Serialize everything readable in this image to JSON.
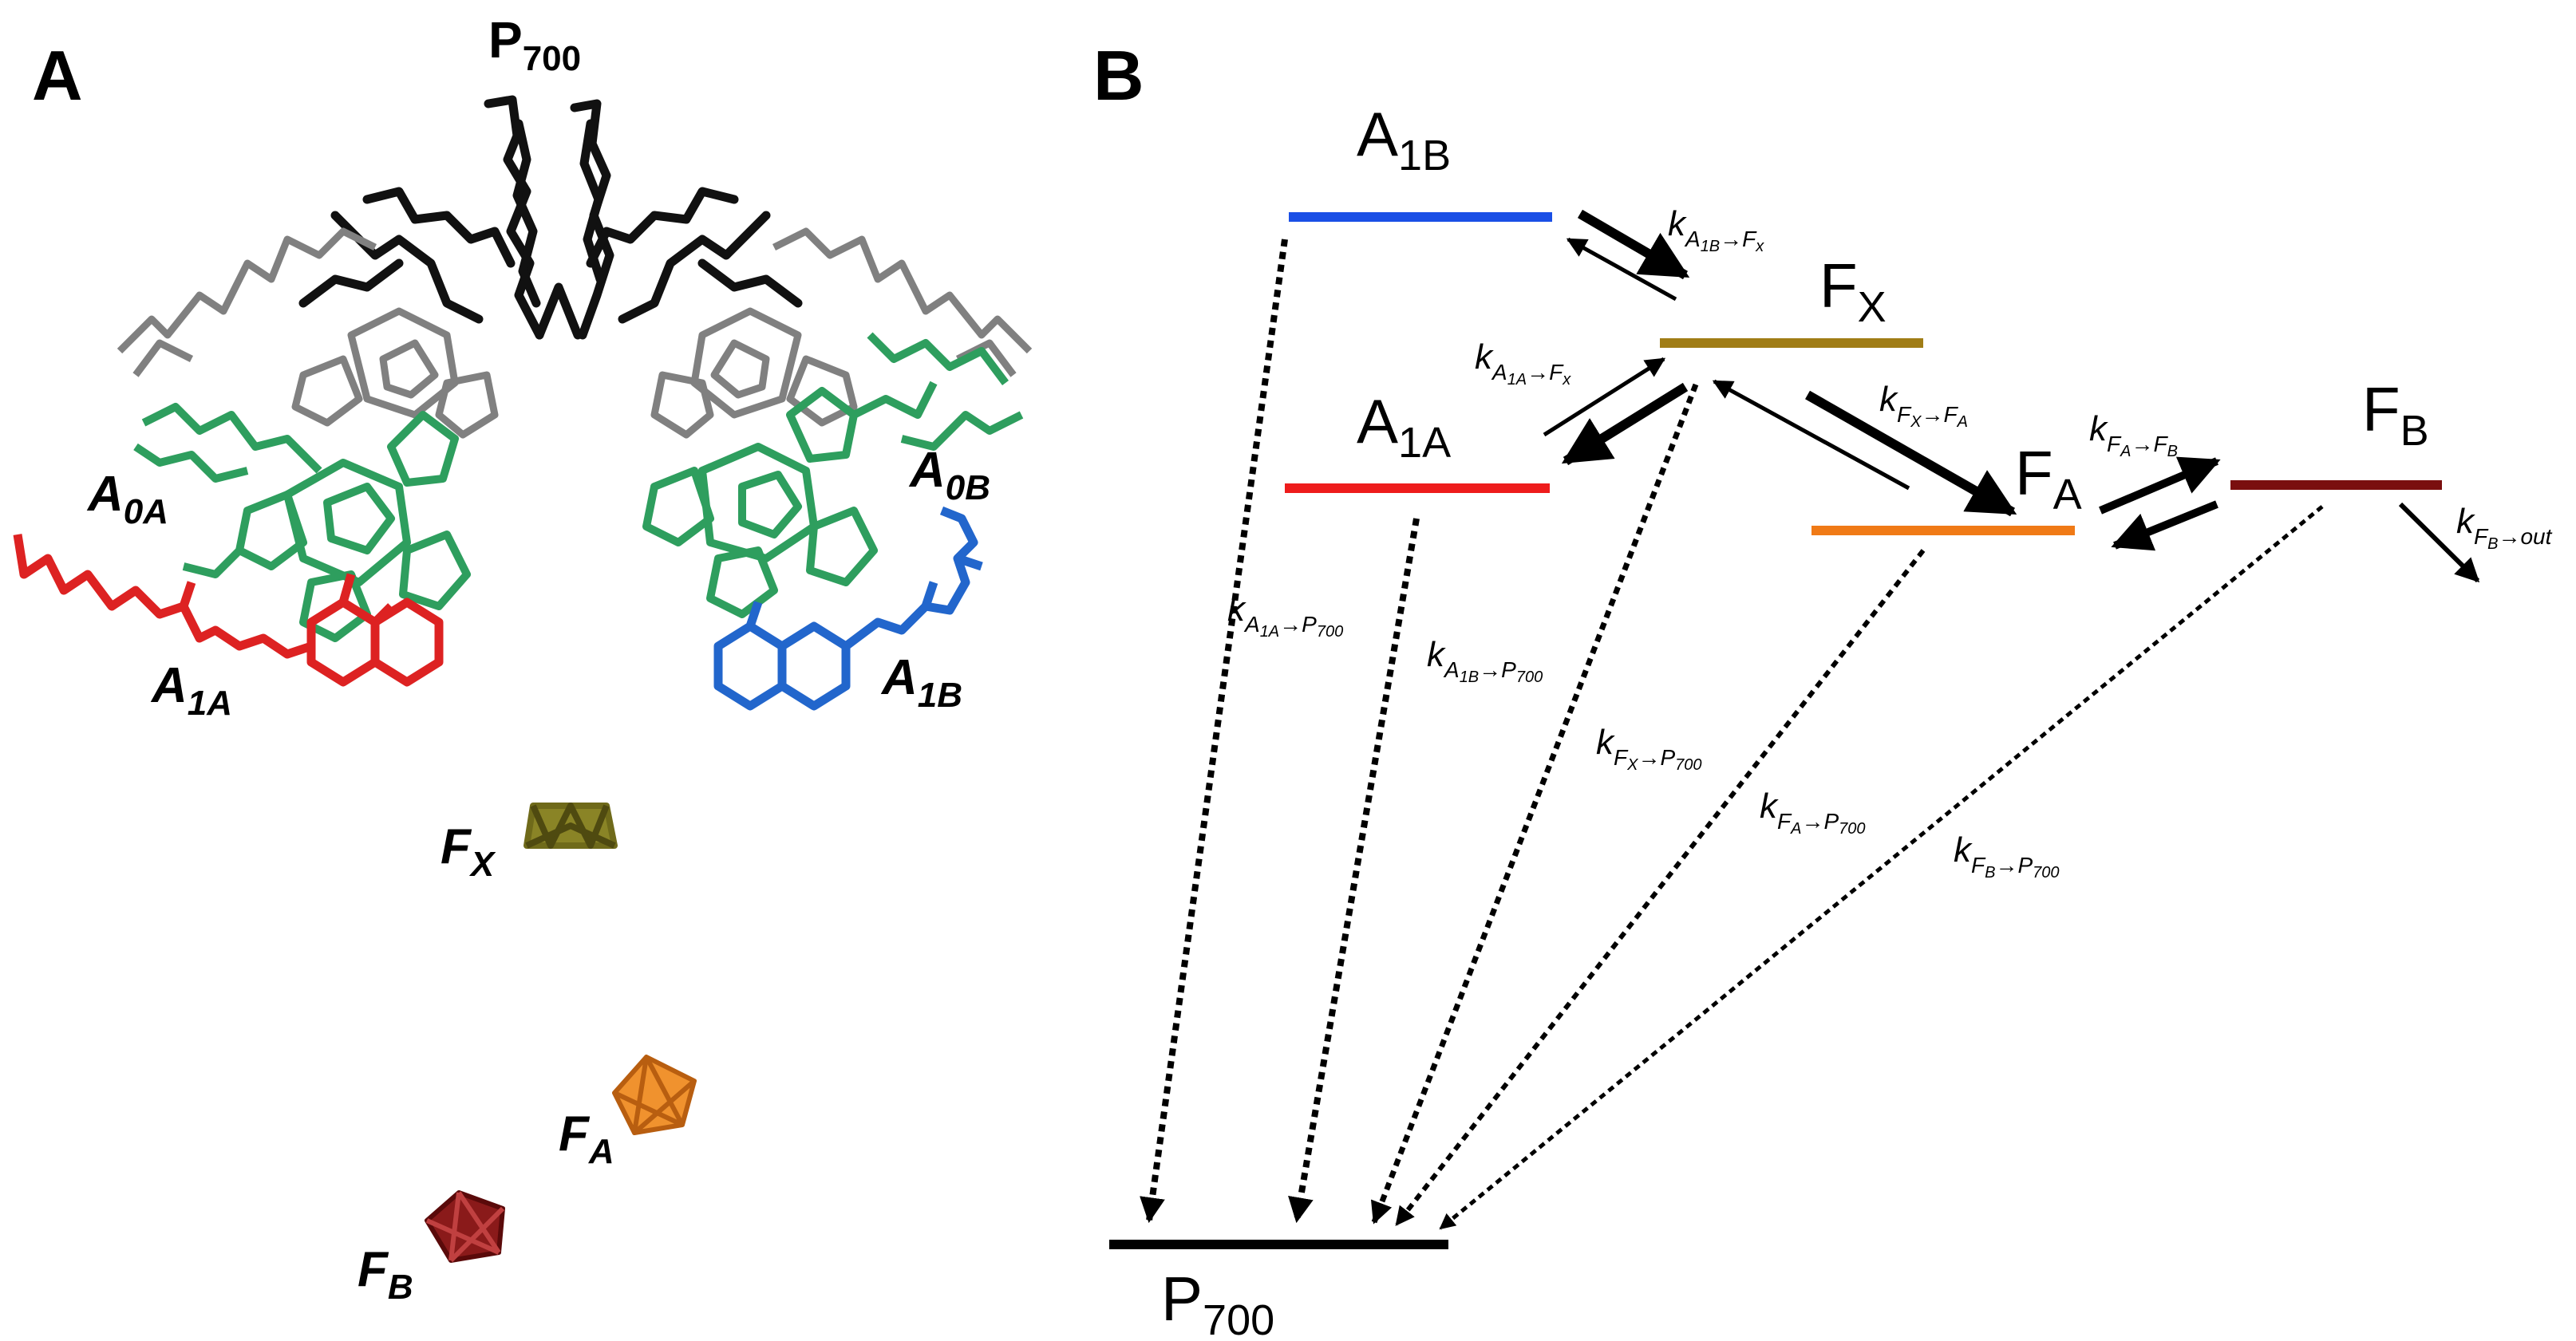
{
  "panel_a": {
    "letter": "A",
    "p700": {
      "main": "P",
      "sub": "700"
    },
    "a0a": {
      "main": "A",
      "sub": "0A"
    },
    "a0b": {
      "main": "A",
      "sub": "0B"
    },
    "a1a": {
      "main": "A",
      "sub": "1A"
    },
    "a1b": {
      "main": "A",
      "sub": "1B"
    },
    "fx": {
      "main": "F",
      "sub": "X"
    },
    "fa": {
      "main": "F",
      "sub": "A"
    },
    "fb": {
      "main": "F",
      "sub": "B"
    }
  },
  "panel_b": {
    "letter": "B",
    "levels": {
      "a1b": {
        "main": "A",
        "sub": "1B"
      },
      "fx": {
        "main": "F",
        "sub": "X"
      },
      "a1a": {
        "main": "A",
        "sub": "1A"
      },
      "fa": {
        "main": "F",
        "sub": "A"
      },
      "fb": {
        "main": "F",
        "sub": "B"
      },
      "p700": {
        "main": "P",
        "sub": "700"
      }
    },
    "rates": {
      "a1b_fx": {
        "k": "k",
        "s1": "A",
        "s2": "1B",
        "arrow": "→",
        "s3": "F",
        "s4": "x"
      },
      "a1a_fx": {
        "k": "k",
        "s1": "A",
        "s2": "1A",
        "arrow": "→",
        "s3": "F",
        "s4": "x"
      },
      "fx_fa": {
        "k": "k",
        "s1": "F",
        "s2": "X",
        "arrow": "→",
        "s3": "F",
        "s4": "A"
      },
      "fa_fb": {
        "k": "k",
        "s1": "F",
        "s2": "A",
        "arrow": "→",
        "s3": "F",
        "s4": "B"
      },
      "fb_out": {
        "k": "k",
        "s1": "F",
        "s2": "B",
        "arrow": "→",
        "s3": "out",
        "s4": ""
      },
      "a1a_p700": {
        "k": "k",
        "s1": "A",
        "s2": "1A",
        "arrow": "→",
        "s3": "P",
        "s4": "700"
      },
      "a1b_p700": {
        "k": "k",
        "s1": "A",
        "s2": "1B",
        "arrow": "→",
        "s3": "P",
        "s4": "700"
      },
      "fx_p700": {
        "k": "k",
        "s1": "F",
        "s2": "X",
        "arrow": "→",
        "s3": "P",
        "s4": "700"
      },
      "fa_p700": {
        "k": "k",
        "s1": "F",
        "s2": "A",
        "arrow": "→",
        "s3": "P",
        "s4": "700"
      },
      "fb_p700": {
        "k": "k",
        "s1": "F",
        "s2": "B",
        "arrow": "→",
        "s3": "P",
        "s4": "700"
      }
    }
  },
  "colors": {
    "a1b": "#1a4fe6",
    "fx": "#a07d16",
    "a1a": "#ee1c1c",
    "fa": "#f07a16",
    "fb": "#7a0f0f",
    "p700": "#000000",
    "chlorophyll_green": "#2e9e5e",
    "quinone_red": "#dd2222",
    "quinone_blue": "#2266cc",
    "fx_cluster": "#6f6a1a",
    "fa_cluster": "#e88a2a",
    "fb_cluster": "#8a1a1a",
    "gray": "#7a7a7a"
  }
}
